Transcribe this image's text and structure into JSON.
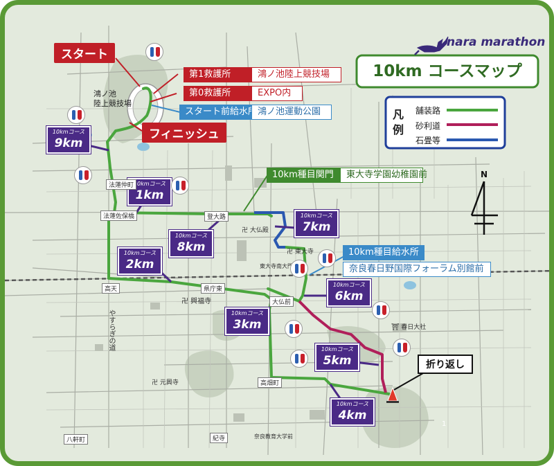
{
  "brand": {
    "name": "nara marathon"
  },
  "title": "10km コースマップ",
  "legend": {
    "heading": "凡\n例",
    "items": [
      {
        "label": "舗装路",
        "color": "#4aa63e"
      },
      {
        "label": "砂利道",
        "color": "#b01f5a"
      },
      {
        "label": "石畳等",
        "color": "#2a58b0"
      }
    ]
  },
  "compass": {
    "label": "N"
  },
  "labels": {
    "start": "スタート",
    "finish": "フィニッシュ",
    "turnaround": "折り返し",
    "stadium": "鴻ノ池\n陸上競技場"
  },
  "facilities": {
    "aid1": {
      "head": "第1救護所",
      "tail": "鴻ノ池陸上競技場"
    },
    "aid0": {
      "head": "第0救護所",
      "tail": "EXPO内"
    },
    "water_start": {
      "head": "スタート前給水所",
      "tail": "鴻ノ池運動公園"
    },
    "gate": {
      "head": "10km種目関門",
      "tail": "東大寺学園幼稚園前"
    },
    "water": {
      "head": "10km種目給水所",
      "tail": "奈良春日野国際フォーラム別館前"
    }
  },
  "km_markers": [
    {
      "id": "9",
      "course": "10kmコース",
      "value": "9km"
    },
    {
      "id": "1",
      "course": "10kmコース",
      "value": "1km"
    },
    {
      "id": "8",
      "course": "10kmコース",
      "value": "8km"
    },
    {
      "id": "7",
      "course": "10kmコース",
      "value": "7km"
    },
    {
      "id": "2",
      "course": "10kmコース",
      "value": "2km"
    },
    {
      "id": "6",
      "course": "10kmコース",
      "value": "6km"
    },
    {
      "id": "3",
      "course": "10kmコース",
      "value": "3km"
    },
    {
      "id": "5",
      "course": "10kmコース",
      "value": "5km"
    },
    {
      "id": "4",
      "course": "10kmコース",
      "value": "4km"
    }
  ],
  "streets": [
    "法蓮仲町",
    "法蓮佐保橋",
    "高天",
    "県庁東",
    "大仏前",
    "高畑町",
    "登大路",
    "紀寺",
    "八軒町"
  ],
  "places": [
    "卍 大仏殿",
    "卍 東大寺",
    "卍 興福寺",
    "卍 元興寺",
    "⛩ 春日大社",
    "やすらぎの道",
    "東大寺南大門",
    "奈良教育大学前"
  ],
  "page_number": "1"
}
